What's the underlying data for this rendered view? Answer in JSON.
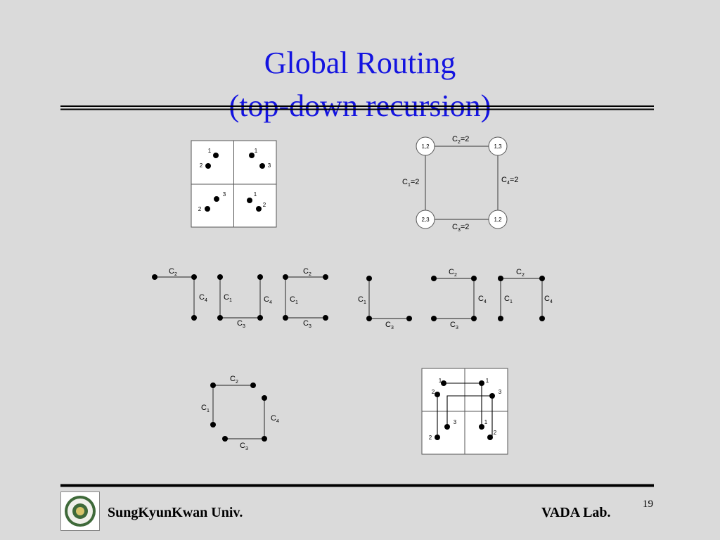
{
  "slide": {
    "title_line1": "Global Routing",
    "title_line2": "(top-down recursion)",
    "page_number": "19",
    "footer_left": "SungKyunKwan Univ.",
    "footer_right": "VADA Lab.",
    "title_color": "#1414e0",
    "background": "#dadada"
  },
  "grid_top": {
    "labels": [
      "1",
      "2",
      "1",
      "3",
      "3",
      "2",
      "1",
      "2"
    ]
  },
  "graph": {
    "nodes": [
      "1,2",
      "1,3",
      "2,3",
      "1,2"
    ],
    "edges": [
      {
        "base": "C",
        "sub": "2",
        "suffix": "=2"
      },
      {
        "base": "C",
        "sub": "1",
        "suffix": "=2"
      },
      {
        "base": "C",
        "sub": "4",
        "suffix": "=2"
      },
      {
        "base": "C",
        "sub": "3",
        "suffix": "=2"
      }
    ]
  },
  "routes": {
    "route1": [
      "2",
      "4"
    ],
    "route2": [
      "1",
      "4",
      "3"
    ],
    "route3": [
      "2",
      "1",
      "3"
    ],
    "route4": [
      "1",
      "3"
    ],
    "route5": [
      "2",
      "4",
      "3"
    ],
    "route6": [
      "2",
      "1",
      "4"
    ]
  },
  "final_route": {
    "labels": [
      "2",
      "1",
      "4",
      "3"
    ]
  },
  "grid_bottom": {
    "labels": [
      "1",
      "2",
      "1",
      "3",
      "3",
      "2",
      "1",
      "2"
    ]
  }
}
